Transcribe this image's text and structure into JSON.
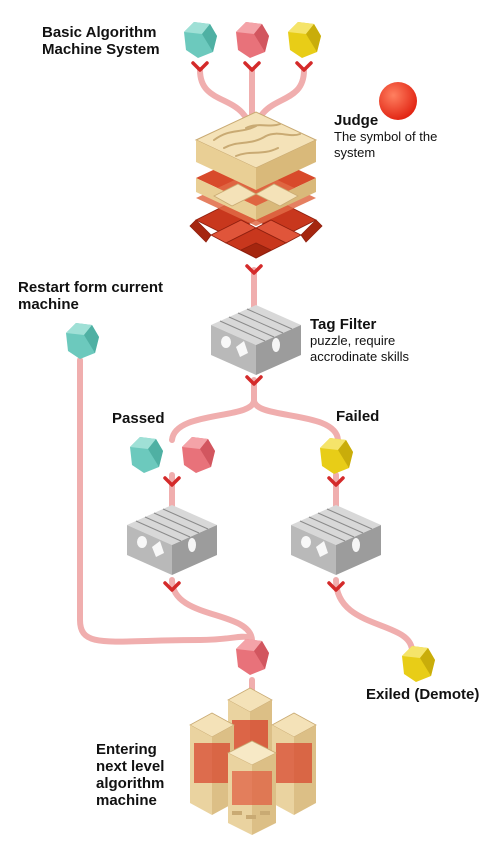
{
  "labels": {
    "title_line1": "Basic Algorithm",
    "title_line2": "Machine System",
    "judge_title": "Judge",
    "judge_desc_line1": "The symbol of the",
    "judge_desc_line2": "system",
    "restart_line1": "Restart form current",
    "restart_line2": "machine",
    "tag_filter_title": "Tag Filter",
    "tag_filter_line1": "puzzle, require",
    "tag_filter_line2": "accrodinate skills",
    "passed": "Passed",
    "failed": "Failed",
    "exiled": "Exiled (Demote)",
    "enter_line1": "Entering",
    "enter_line2": "next level",
    "enter_line3": "algorithm",
    "enter_line4": "machine"
  },
  "colors": {
    "teal": "#6cc9bd",
    "pink": "#e8727a",
    "yellow": "#e8cd17",
    "judge_red": "#f0301c",
    "path": "#f0aeae",
    "chevron": "#d42a2a",
    "filter_gray": "#b9b9b9",
    "cream": "#f4e2b8",
    "lattice_red": "#c8371d"
  }
}
